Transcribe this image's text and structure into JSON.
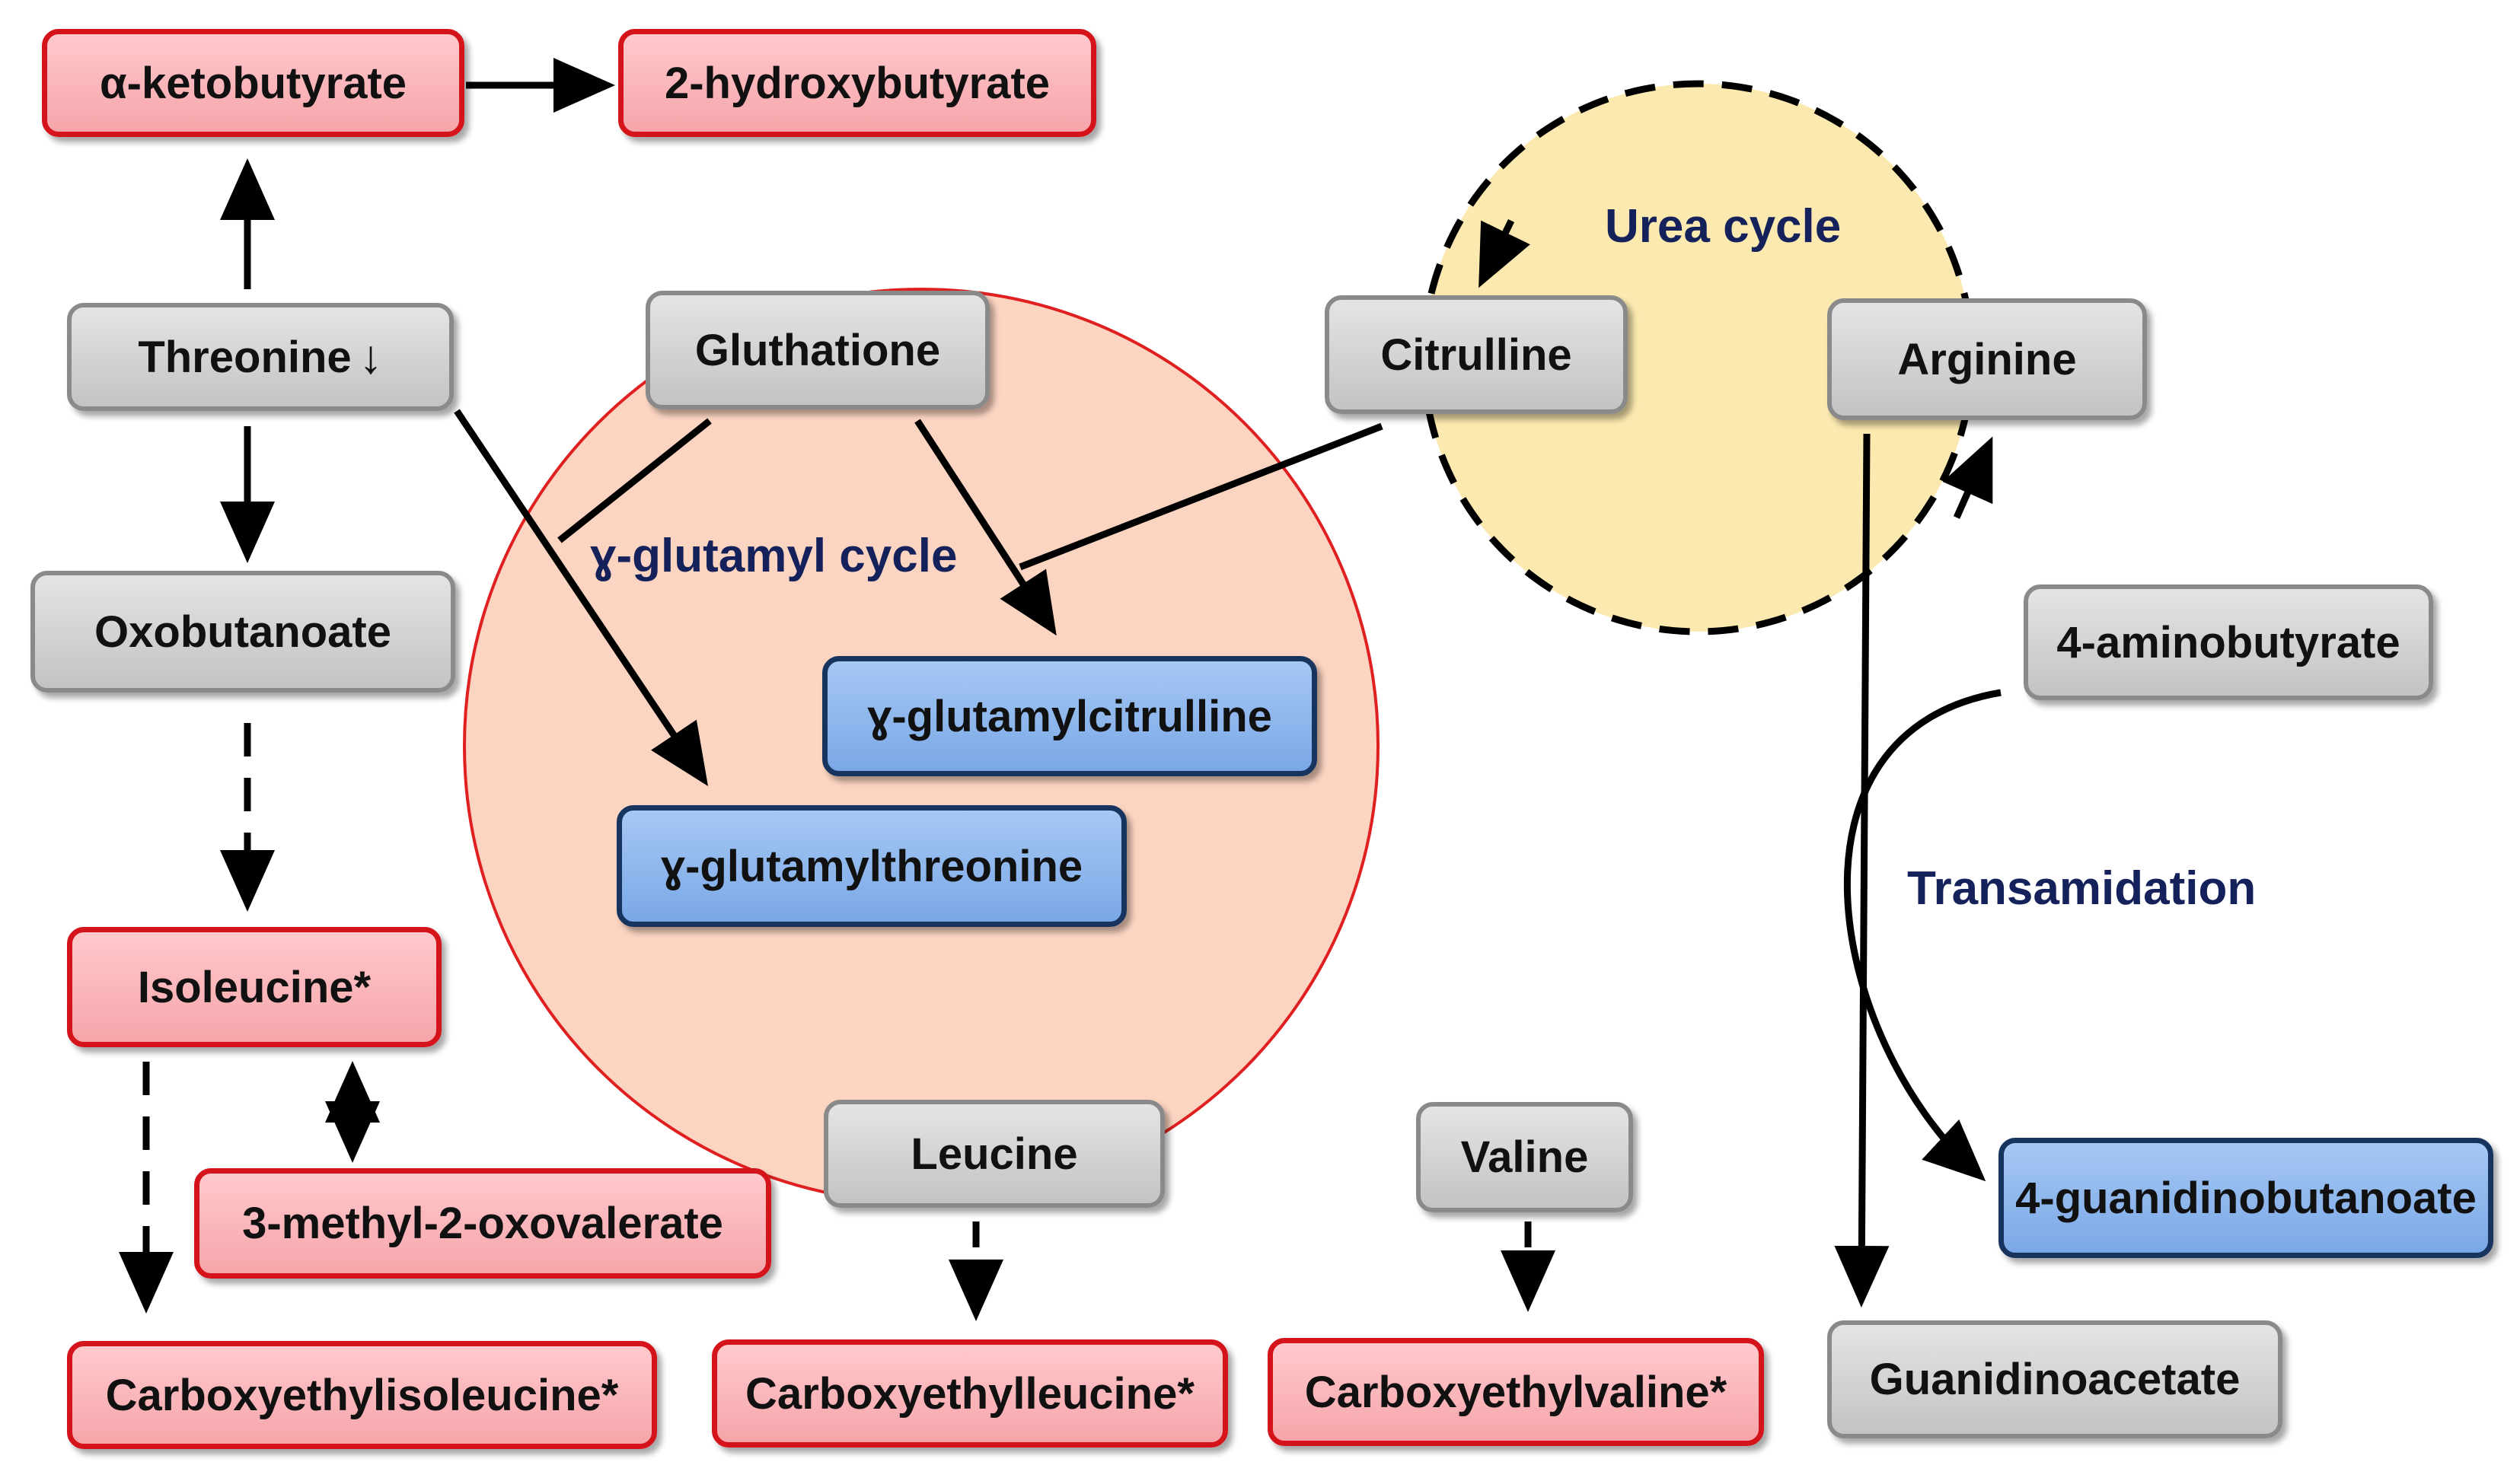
{
  "nodes": {
    "alpha_ketobutyrate": "α-ketobutyrate",
    "hydroxybutyrate": "2-hydroxybutyrate",
    "threonine": "Threonine",
    "threonine_trend": "↓",
    "oxobutanoate": "Oxobutanoate",
    "isoleucine": "Isoleucine*",
    "methyl_oxovalerate": "3-methyl-2-oxovalerate",
    "carboxyethylisoleucine": "Carboxyethylisoleucine*",
    "gluthatione": "Gluthatione",
    "glutamylcitrulline": "ɣ-glutamylcitrulline",
    "glutamylthreonine": "ɣ-glutamylthreonine",
    "leucine": "Leucine",
    "carboxyethylleucine": "Carboxyethylleucine*",
    "valine": "Valine",
    "carboxyethylvaline": "Carboxyethylvaline*",
    "citrulline": "Citrulline",
    "arginine": "Arginine",
    "aminobutyrate": "4-aminobutyrate",
    "guanidinobutanoate": "4-guanidinobutanoate",
    "guanidinoacetate": "Guanidinoacetate"
  },
  "labels": {
    "glutamyl_cycle": "ɣ-glutamyl cycle",
    "urea_cycle": "Urea cycle",
    "transamidation": "Transamidation"
  },
  "colors": {
    "elevated_fill": "#f6a5aa",
    "elevated_border": "#d4131a",
    "neutral_fill": "#c8c8c8",
    "reduced_fill": "#7aa8e6",
    "glutamyl_cycle_fill": "#fcd5c2",
    "urea_cycle_fill": "#fbe9b0",
    "label_color": "#14215a"
  }
}
